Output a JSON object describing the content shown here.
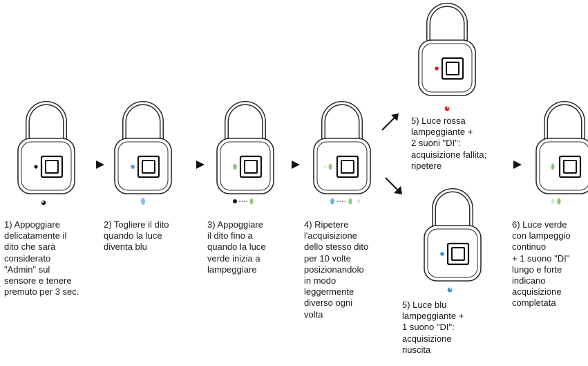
{
  "header_text": "",
  "steps": [
    {
      "id": "step1",
      "caption": "1) Appoggiare\ndelicatamente il\ndito che sarà\nconsiderato\n\"Admin\" sul\nsensore e tenere\npremuto per 3 sec.",
      "light": "none"
    },
    {
      "id": "step2",
      "caption": "2) Togliere il dito\nquando la luce\ndiventa blu",
      "light": "blue"
    },
    {
      "id": "step3",
      "caption": "3) Appoggiare\nil dito fino a\nquando la luce\nverde inizia a\nlampeggiare",
      "light": "green"
    },
    {
      "id": "step4",
      "caption": "4) Ripetere\nl'acquisizione\ndello stesso dito\nper 10 volte\nposizionandolo\nin modo\nleggermente\ndiverso ogni\nvolta",
      "light": "green"
    },
    {
      "id": "step5_fail",
      "caption": "5) Luce rossa\nlampeggiante +\n2 suoni \"DI\":\nacquisizione fallita;\nripetere",
      "light": "red"
    },
    {
      "id": "step5_ok",
      "caption": "5) Luce blu\nlampeggiante +\n1 suono \"DI\":\nacquisizione\nriuscita",
      "light": "blue"
    },
    {
      "id": "step6",
      "caption": "6) Luce verde\ncon lampeggio\ncontinuo\n+ 1 suono \"DI\"\nlungo e forte\nindicano\nacquisizione\ncompletata",
      "light": "green"
    }
  ],
  "colors": {
    "outline": "#2b2b2b",
    "blue": "#3a8fd6",
    "green": "#6cc24a",
    "red": "#e02020",
    "arrow": "#111111"
  }
}
